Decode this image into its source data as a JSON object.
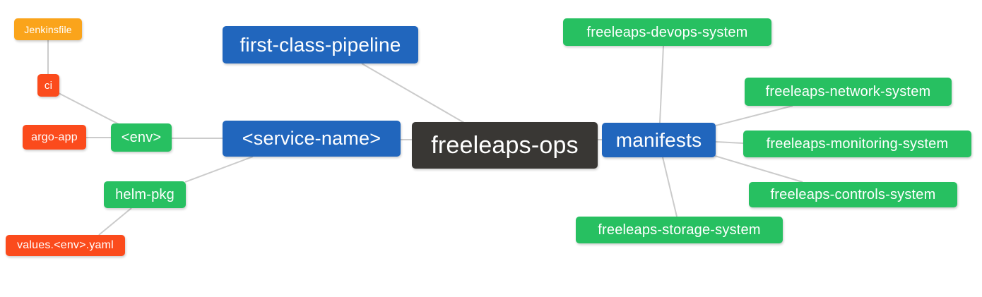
{
  "colors": {
    "blue": "#2166BD",
    "green": "#27C061",
    "orange": "#FAA41B",
    "red": "#FB4B1C",
    "dark": "#393734",
    "edge": "#CBCBCB",
    "background": "#FFFFFF",
    "node_text": "#FFFFFF"
  },
  "mindmap": {
    "nodes": {
      "freeleaps_ops": {
        "label": "freeleaps-ops",
        "color_role": "dark"
      },
      "first_class_pipeline": {
        "label": "first-class-pipeline",
        "color_role": "blue"
      },
      "service_name": {
        "label": "<service-name>",
        "color_role": "blue"
      },
      "manifests": {
        "label": "manifests",
        "color_role": "blue"
      },
      "env": {
        "label": "<env>",
        "color_role": "green"
      },
      "helm_pkg": {
        "label": "helm-pkg",
        "color_role": "green"
      },
      "jenkinsfile": {
        "label": "Jenkinsfile",
        "color_role": "orange"
      },
      "ci": {
        "label": "ci",
        "color_role": "red"
      },
      "argo_app": {
        "label": "argo-app",
        "color_role": "red"
      },
      "values_env_yaml": {
        "label": "values.<env>.yaml",
        "color_role": "red"
      },
      "devops_system": {
        "label": "freeleaps-devops-system",
        "color_role": "green"
      },
      "network_system": {
        "label": "freeleaps-network-system",
        "color_role": "green"
      },
      "monitoring_system": {
        "label": "freeleaps-monitoring-system",
        "color_role": "green"
      },
      "controls_system": {
        "label": "freeleaps-controls-system",
        "color_role": "green"
      },
      "storage_system": {
        "label": "freeleaps-storage-system",
        "color_role": "green"
      }
    },
    "edges": [
      [
        "jenkinsfile",
        "ci"
      ],
      [
        "ci",
        "env"
      ],
      [
        "argo_app",
        "env"
      ],
      [
        "env",
        "service_name"
      ],
      [
        "helm_pkg",
        "service_name"
      ],
      [
        "values_env_yaml",
        "helm_pkg"
      ],
      [
        "first_class_pipeline",
        "freeleaps_ops"
      ],
      [
        "service_name",
        "freeleaps_ops"
      ],
      [
        "freeleaps_ops",
        "manifests"
      ],
      [
        "manifests",
        "devops_system"
      ],
      [
        "manifests",
        "network_system"
      ],
      [
        "manifests",
        "monitoring_system"
      ],
      [
        "manifests",
        "controls_system"
      ],
      [
        "manifests",
        "storage_system"
      ]
    ]
  }
}
